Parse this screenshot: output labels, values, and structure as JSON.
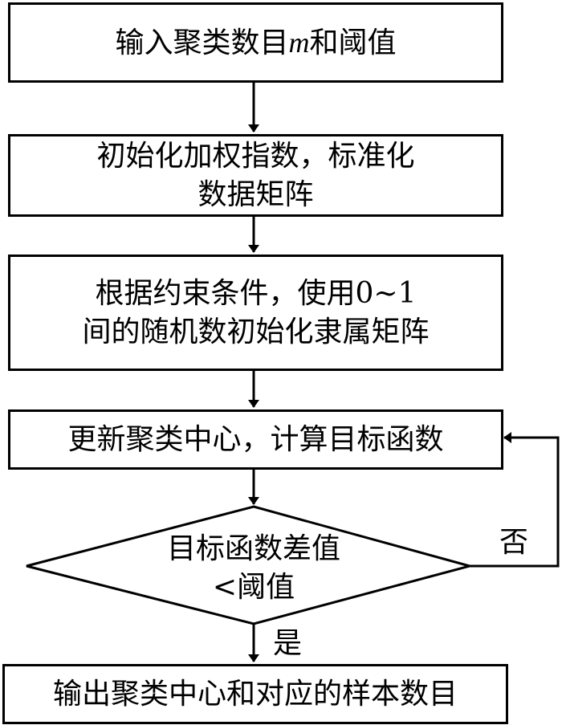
{
  "flowchart": {
    "steps": [
      {
        "id": "input",
        "lines": [
          "输入聚类数目",
          "m",
          "和阈值"
        ]
      },
      {
        "id": "init-weight",
        "lines": [
          "初始化加权指数，标准化",
          "数据矩阵"
        ]
      },
      {
        "id": "init-membership",
        "lines": [
          "根据约束条件，使用0~1",
          "间的随机数初始化隶属矩阵"
        ]
      },
      {
        "id": "update",
        "lines": [
          "更新聚类中心，计算目标函数"
        ]
      },
      {
        "id": "decision",
        "lines": [
          "目标函数差值",
          "<阈值"
        ]
      },
      {
        "id": "output",
        "lines": [
          "输出聚类中心和对应的样本数目"
        ]
      }
    ],
    "edges": {
      "yes_label": "是",
      "no_label": "否"
    }
  }
}
